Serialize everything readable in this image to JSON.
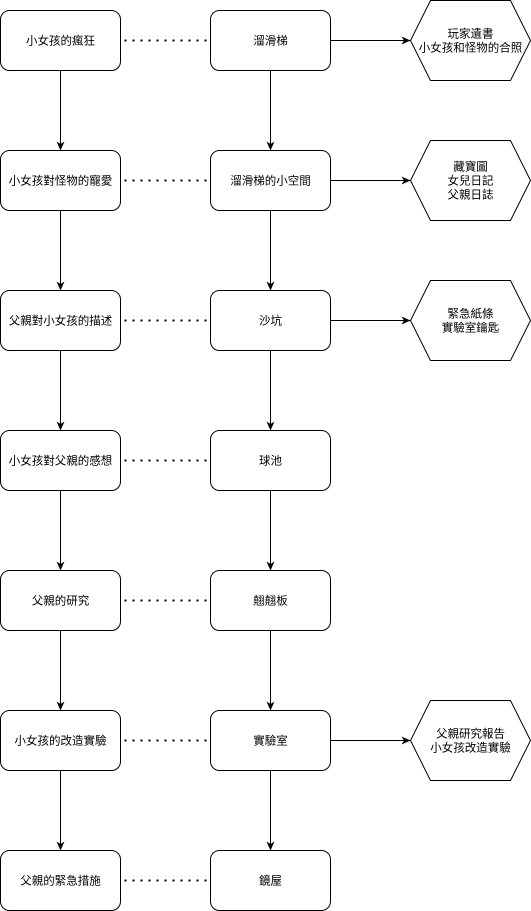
{
  "left_column": [
    {
      "id": "L1",
      "label": "小女孩的瘋狂"
    },
    {
      "id": "L2",
      "label": "小女孩對怪物的寵愛"
    },
    {
      "id": "L3",
      "label": "父親對小女孩的描述"
    },
    {
      "id": "L4",
      "label": "小女孩對父親的感想"
    },
    {
      "id": "L5",
      "label": "父親的研究"
    },
    {
      "id": "L6",
      "label": "小女孩的改造實驗"
    },
    {
      "id": "L7",
      "label": "父親的緊急措施"
    }
  ],
  "middle_column": [
    {
      "id": "M1",
      "label": "溜滑梯"
    },
    {
      "id": "M2",
      "label": "溜滑梯的小空間"
    },
    {
      "id": "M3",
      "label": "沙坑"
    },
    {
      "id": "M4",
      "label": "球池"
    },
    {
      "id": "M5",
      "label": "翹翹板"
    },
    {
      "id": "M6",
      "label": "實驗室"
    },
    {
      "id": "M7",
      "label": "鏡屋"
    }
  ],
  "items": [
    {
      "id": "H1",
      "row": 0,
      "lines": [
        "玩家遺書",
        "小女孩和怪物的合照"
      ]
    },
    {
      "id": "H2",
      "row": 1,
      "lines": [
        "藏寶圖",
        "女兒日記",
        "父親日誌"
      ]
    },
    {
      "id": "H3",
      "row": 2,
      "lines": [
        "緊急紙條",
        "實驗室鑰匙"
      ]
    },
    {
      "id": "H4",
      "row": 5,
      "lines": [
        "父親研究報告",
        "小女孩改造實驗"
      ]
    }
  ]
}
